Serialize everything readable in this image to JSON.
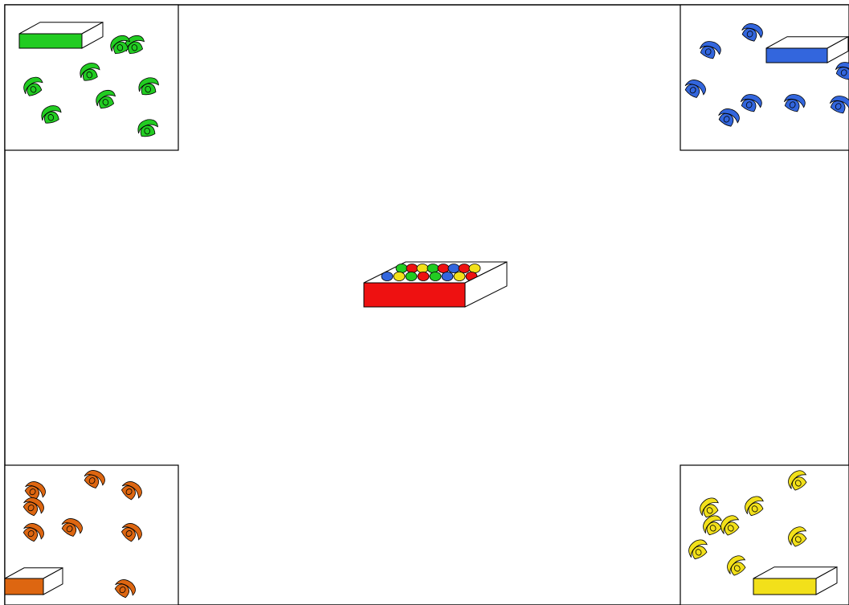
{
  "colors": {
    "background": "#ffffff",
    "outline": "#000000",
    "green": "#22cc22",
    "blue": "#3366dd",
    "orange": "#dd6611",
    "yellow": "#f2e01a",
    "red": "#ee1111"
  },
  "corners": [
    {
      "id": "top-left",
      "color": "green",
      "piece_icon": "token-piece-icon",
      "tray_icon": "tray-box-icon",
      "piece_count": 8
    },
    {
      "id": "top-right",
      "color": "blue",
      "piece_icon": "token-piece-icon",
      "tray_icon": "tray-box-icon",
      "piece_count": 8
    },
    {
      "id": "bottom-left",
      "color": "orange",
      "piece_icon": "token-piece-icon",
      "tray_icon": "tray-box-icon",
      "piece_count": 8
    },
    {
      "id": "bottom-right",
      "color": "yellow",
      "piece_icon": "token-piece-icon",
      "tray_icon": "tray-box-icon",
      "piece_count": 8
    }
  ],
  "center_box": {
    "icon": "ball-box-icon",
    "color": "red",
    "ball_colors": [
      "blue",
      "yellow",
      "green",
      "red",
      "green",
      "blue",
      "yellow",
      "red",
      "green",
      "red",
      "yellow",
      "green",
      "red",
      "blue",
      "red",
      "yellow"
    ]
  }
}
